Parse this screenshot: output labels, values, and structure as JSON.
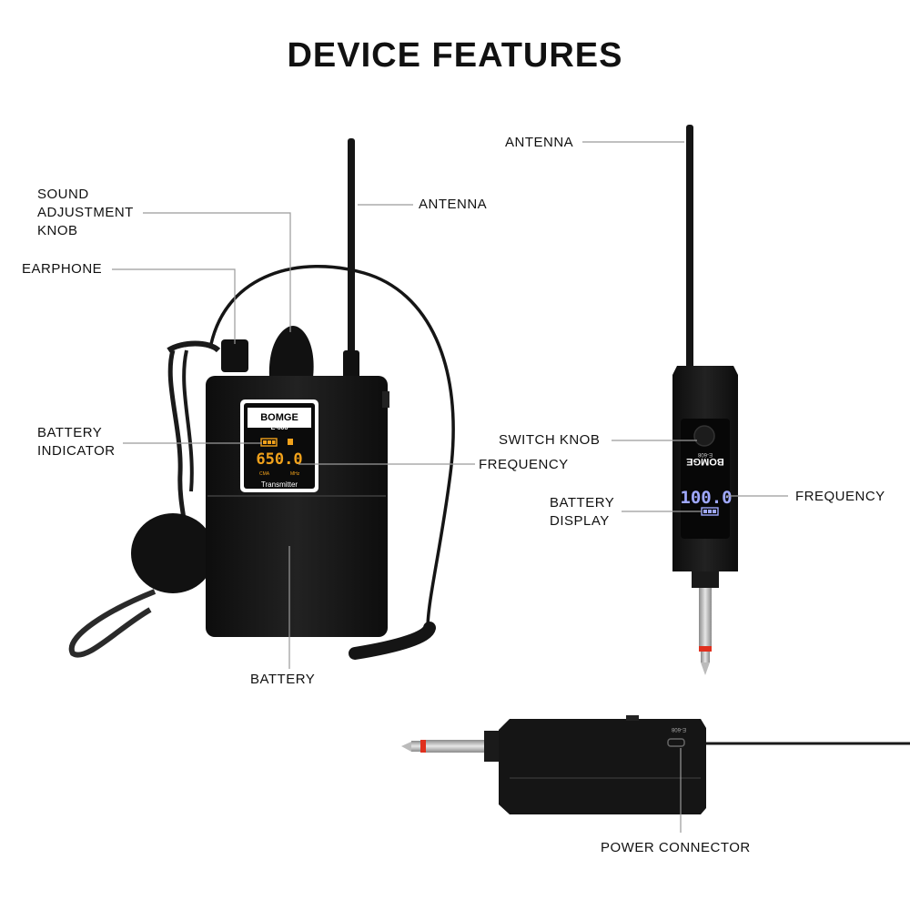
{
  "title": "DEVICE FEATURES",
  "transmitter": {
    "labels": {
      "sound_knob": [
        "SOUND",
        "ADJUSTMENT",
        "KNOB"
      ],
      "earphone": "EARPHONE",
      "battery_indicator": [
        "BATTERY",
        "INDICATOR"
      ],
      "antenna": "ANTENNA",
      "frequency": "FREQUENCY",
      "battery": "BATTERY"
    },
    "face": {
      "brand": "BOMGE",
      "model": "E-608",
      "freq": "650.0",
      "left_mark": "CMA",
      "right_mark": "MHz",
      "caption": "Transmitter"
    }
  },
  "receiver": {
    "labels": {
      "antenna": "ANTENNA",
      "switch_knob": "SWITCH KNOB",
      "battery_display": [
        "BATTERY",
        "DISPLAY"
      ],
      "frequency": "FREQUENCY"
    },
    "face": {
      "brand": "BOMGE",
      "model": "E-608",
      "freq": "100.0"
    }
  },
  "bottom": {
    "labels": {
      "power_connector": "POWER CONNECTOR"
    },
    "side_mark": "E-608"
  },
  "colors": {
    "device": "#141414",
    "lcd_orange": "#f2a21b",
    "lcd_blue": "#9fa8ff",
    "leader": "#9a9a9a",
    "plug_red": "#e0301e"
  }
}
